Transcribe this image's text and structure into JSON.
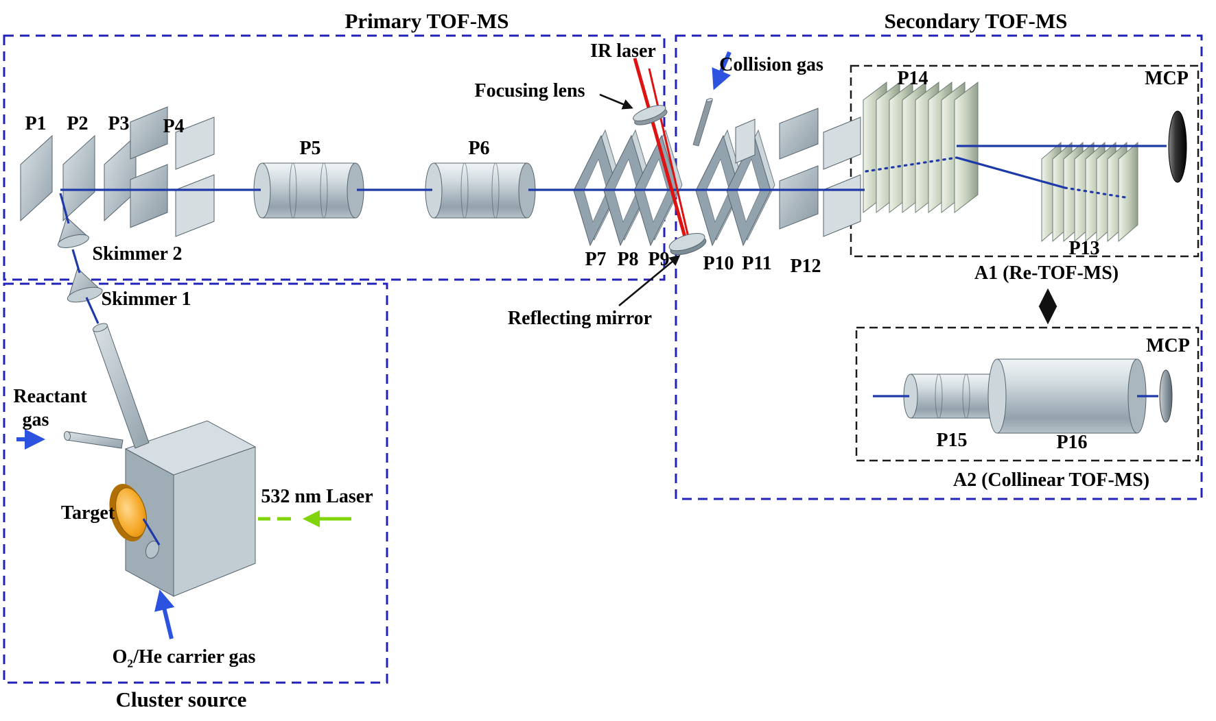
{
  "sections": {
    "primary_title": "Primary TOF-MS",
    "secondary_title": "Secondary TOF-MS",
    "cluster_title": "Cluster source",
    "a1_label": "A1 (Re-TOF-MS)",
    "a2_label": "A2 (Collinear TOF-MS)"
  },
  "labels": {
    "p1": "P1",
    "p2": "P2",
    "p3": "P3",
    "p4": "P4",
    "p5": "P5",
    "p6": "P6",
    "p7": "P7",
    "p8": "P8",
    "p9": "P9",
    "p10": "P10",
    "p11": "P11",
    "p12": "P12",
    "p13": "P13",
    "p14": "P14",
    "p15": "P15",
    "p16": "P16",
    "mcp_retof": "MCP",
    "mcp_collinear": "MCP",
    "ir_laser": "IR laser",
    "focusing_lens": "Focusing lens",
    "collision_gas": "Collision gas",
    "skimmer_2": "Skimmer 2",
    "skimmer_1": "Skimmer 1",
    "reflecting_mirror": "Reflecting mirror",
    "reactant_line1": "Reactant",
    "reactant_line2": "gas",
    "target": "Target",
    "laser_532": "532 nm Laser",
    "carrier_o": "O",
    "carrier_sub": "2",
    "carrier_rest": "/He carrier gas"
  },
  "colors": {
    "section_box_blue": "#2222b8",
    "inner_box_black": "#1a1a1a",
    "ion_beam_blue": "#1e3aa8",
    "gas_arrow_blue": "#2c52e0",
    "ir_laser_red": "#dd1212",
    "laser_532_green": "#82d40a",
    "target_orange": "#f0a020",
    "component_gray": "#9fadb6"
  }
}
